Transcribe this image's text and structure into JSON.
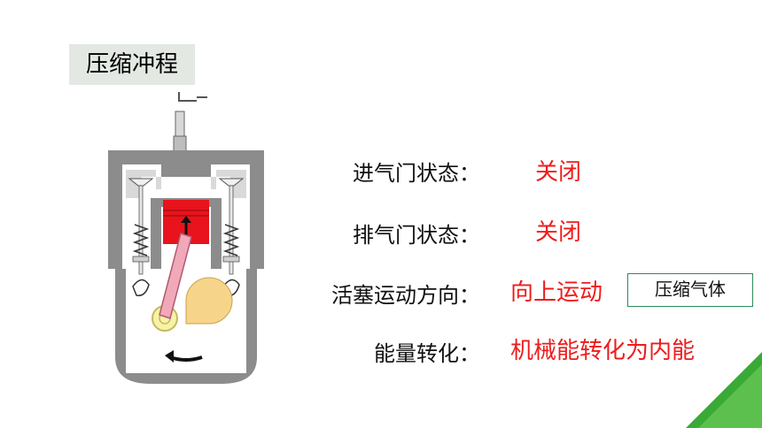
{
  "title": "压缩冲程",
  "rows": [
    {
      "label": "进气门状态：",
      "value": "关闭"
    },
    {
      "label": "排气门状态：",
      "value": "关闭"
    },
    {
      "label": "活塞运动方向：",
      "value": "向上运动"
    },
    {
      "label": "能量转化：",
      "value": "机械能转化为内能"
    }
  ],
  "note": "压缩气体",
  "colors": {
    "value_text": "#ee1c1c",
    "title_bg": "#e3e8e3",
    "note_border": "#2e8b57",
    "cylinder": "#8c8c8c",
    "piston": "#e8131c",
    "corner_accent": "#3aa935"
  }
}
